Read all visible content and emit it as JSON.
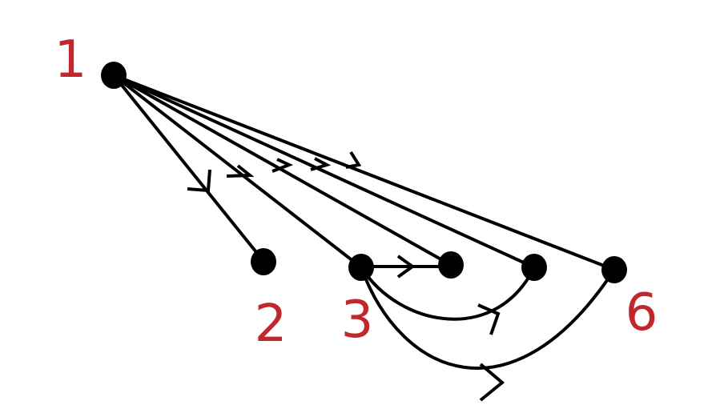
{
  "diagram": {
    "label_color": "#c0282d",
    "edge_color": "#000000",
    "node_color": "#000000",
    "labels": {
      "n1": "1",
      "n2": "2",
      "n3": "3",
      "n6": "6"
    }
  }
}
